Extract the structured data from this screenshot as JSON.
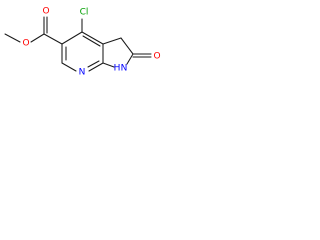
{
  "molecule": {
    "atoms": {
      "methyl_o": "O",
      "carbonyl_o": "O",
      "chloro": "Cl",
      "pyridine_n": "N",
      "nh_n": "N",
      "nh_h": "H",
      "lactam_o": "O"
    },
    "colors": {
      "bond": "#1a1a1a",
      "oxygen": "#ff0000",
      "nitrogen": "#0000ff",
      "chlorine": "#00a000"
    }
  }
}
